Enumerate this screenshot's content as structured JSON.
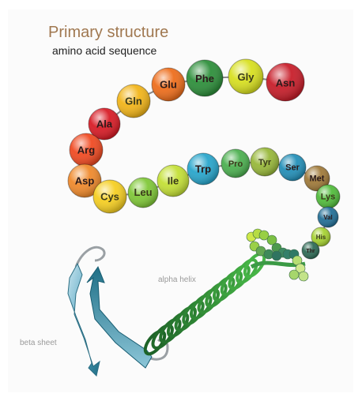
{
  "title": "Primary structure",
  "subtitle": "amino acid sequence",
  "labels": {
    "alpha_helix": "alpha helix",
    "beta_sheet": "beta sheet"
  },
  "colors": {
    "title": "#a07850",
    "helix_green": "#2f8a3a",
    "sheet_blue": "#2f7f99"
  },
  "amino_acids": [
    {
      "name": "Asn",
      "color": "#c81e2a"
    },
    {
      "name": "Gly",
      "color": "#d8e020"
    },
    {
      "name": "Phe",
      "color": "#2e8f3b"
    },
    {
      "name": "Glu",
      "color": "#ee6e1c"
    },
    {
      "name": "Gln",
      "color": "#f2b51a"
    },
    {
      "name": "Ala",
      "color": "#d81c26"
    },
    {
      "name": "Arg",
      "color": "#f04a22"
    },
    {
      "name": "Asp",
      "color": "#f08a2c"
    },
    {
      "name": "Cys",
      "color": "#f6cf22"
    },
    {
      "name": "Leu",
      "color": "#80c838"
    },
    {
      "name": "Ile",
      "color": "#c4e036"
    },
    {
      "name": "Trp",
      "color": "#29a6cc"
    },
    {
      "name": "Pro",
      "color": "#4cb050"
    },
    {
      "name": "Tyr",
      "color": "#98b83a"
    },
    {
      "name": "Ser",
      "color": "#238fb8"
    },
    {
      "name": "Met",
      "color": "#a07a3a"
    },
    {
      "name": "Lys",
      "color": "#52bc3c"
    },
    {
      "name": "Val",
      "color": "#236f96"
    },
    {
      "name": "His",
      "color": "#a6d232"
    },
    {
      "name": "Thr",
      "color": "#2e6a55"
    }
  ]
}
